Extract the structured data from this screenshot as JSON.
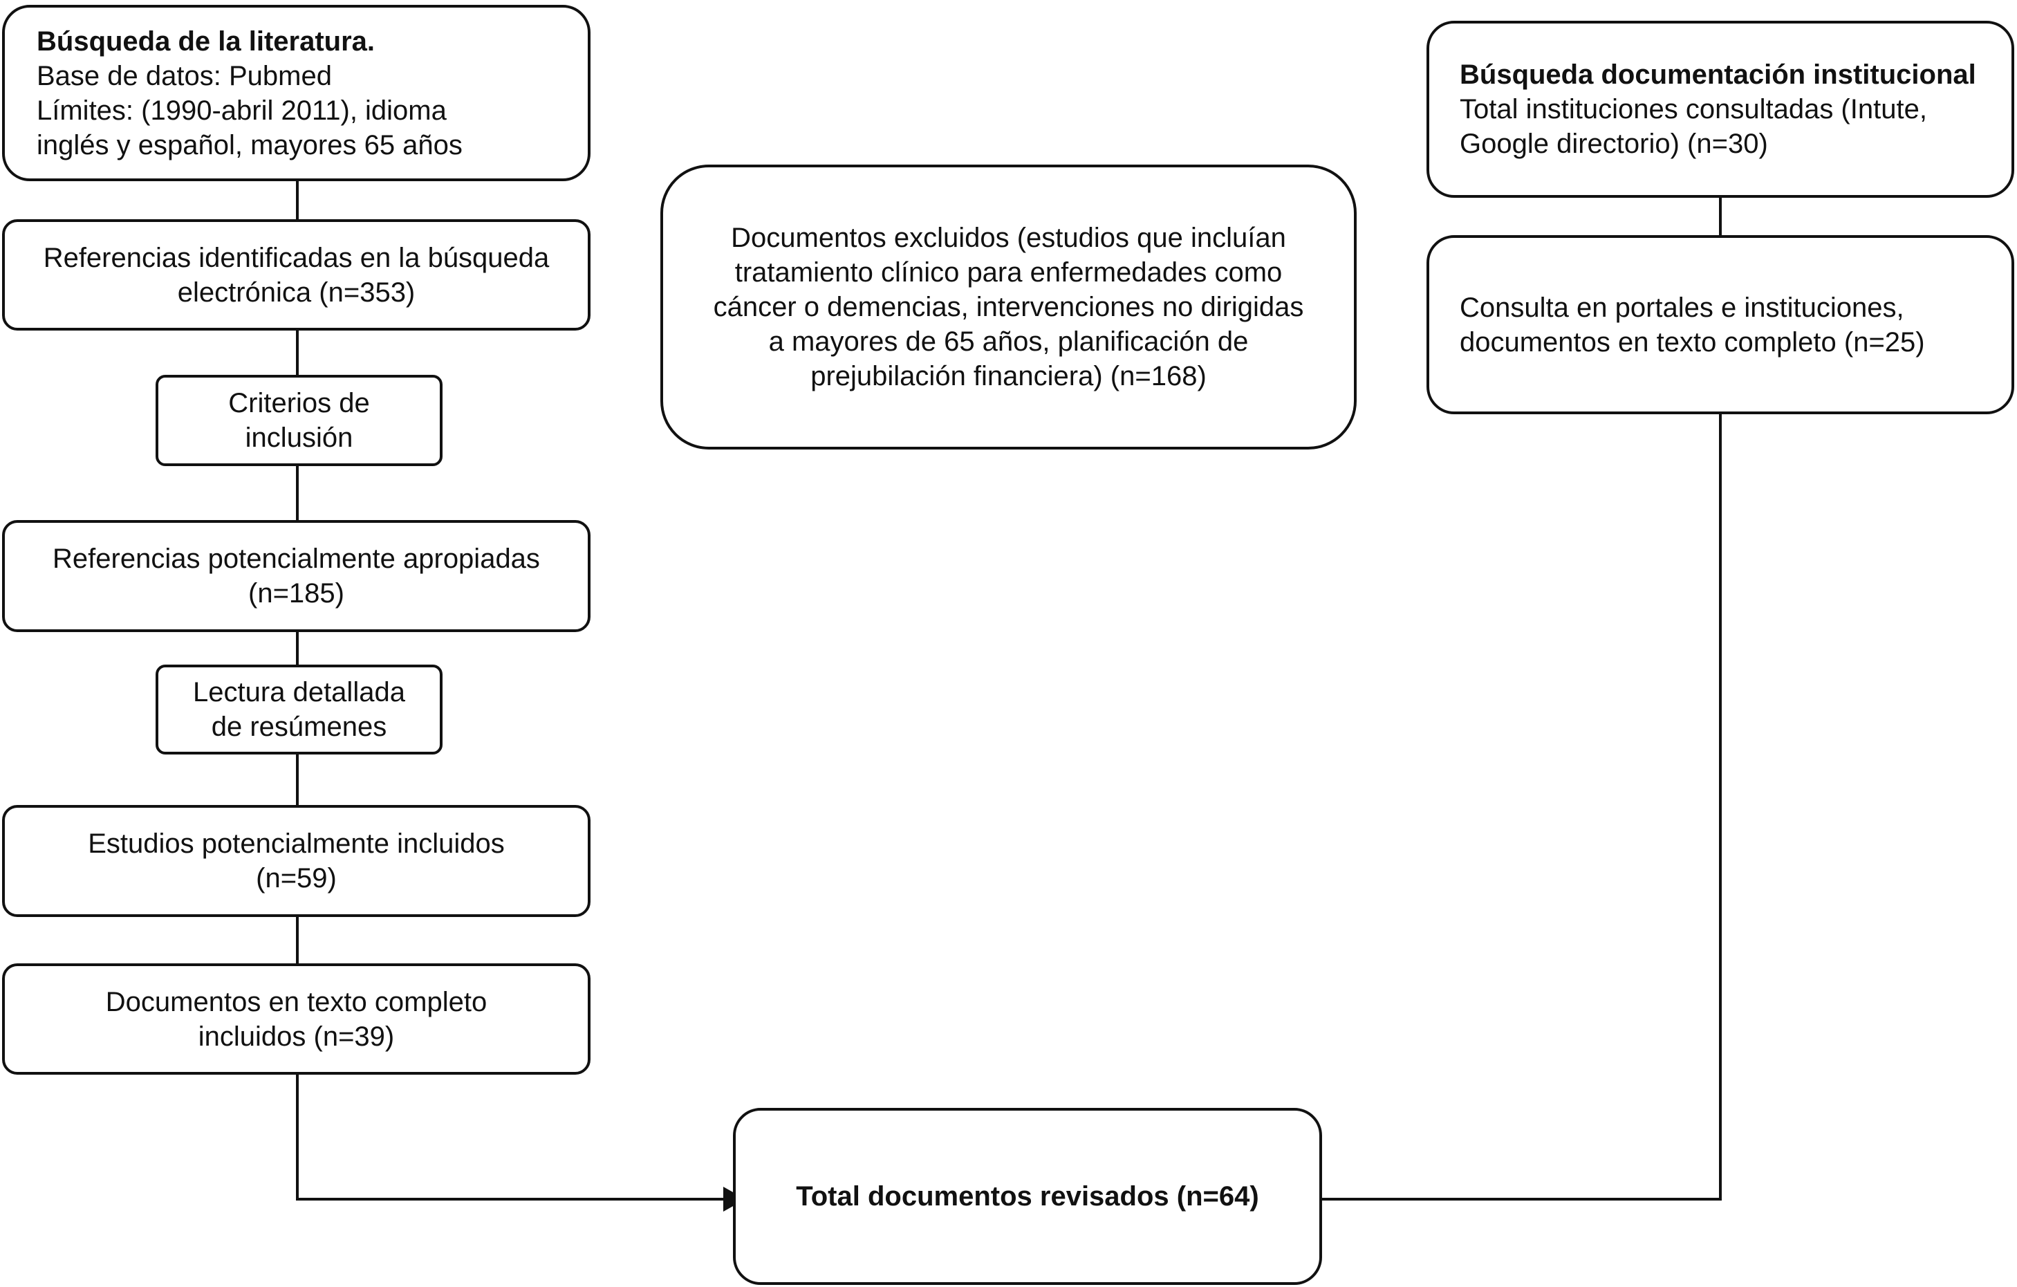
{
  "colors": {
    "stroke": "#111111",
    "background": "#ffffff"
  },
  "left": {
    "search": {
      "title": "Búsqueda de la literatura.",
      "lines": [
        "Base de datos: Pubmed",
        "Límites: (1990-abril 2011), idioma",
        "inglés y español, mayores 65 años"
      ]
    },
    "identified": [
      "Referencias identificadas en la búsqueda",
      "electrónica (n=353)"
    ],
    "criteria": [
      "Criterios de",
      "inclusión"
    ],
    "appropriate": [
      "Referencias potencialmente apropiadas",
      "(n=185)"
    ],
    "reading": [
      "Lectura detallada",
      "de resúmenes"
    ],
    "included": [
      "Estudios potencialmente incluidos",
      "(n=59)"
    ],
    "fulltext": [
      "Documentos en texto completo",
      "incluidos (n=39)"
    ]
  },
  "middle": {
    "excluded": [
      "Documentos excluidos (estudios que incluían",
      "tratamiento clínico para enfermedades como",
      "cáncer o demencias, intervenciones no dirigidas",
      "a mayores de 65 años, planificación de",
      "prejubilación financiera) (n=168)"
    ]
  },
  "right": {
    "institutional": {
      "title": "Búsqueda documentación institucional",
      "lines": [
        "Total instituciones consultadas (Intute,",
        "Google directorio) (n=30)"
      ]
    },
    "portals": [
      "Consulta en portales e instituciones,",
      "documentos en texto completo (n=25)"
    ]
  },
  "total": "Total documentos revisados (n=64)"
}
